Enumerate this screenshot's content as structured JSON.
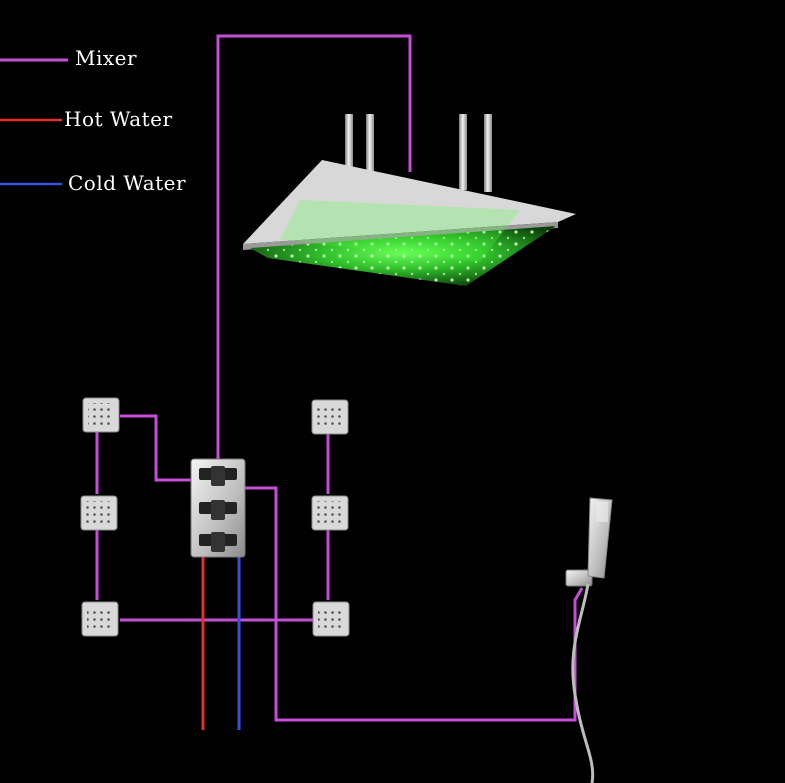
{
  "legend": {
    "items": [
      {
        "label": "Mixer",
        "color": "#c44fd6"
      },
      {
        "label": "Hot Water",
        "color": "#e0312f"
      },
      {
        "label": "Cold Water",
        "color": "#3a4fe0"
      }
    ]
  },
  "colors": {
    "background": "#000000",
    "mixer_pipe": "#c44fd6",
    "hot_pipe": "#e0312f",
    "cold_pipe": "#3a4fe0",
    "led_glow": "#3fd23a",
    "chrome": "#cfcfcf"
  },
  "components": {
    "rain_shower_head": "led-rain-shower-head",
    "thermostatic_valve": "three-handle-mixer-valve",
    "body_jets": "body-spray-jet",
    "hand_shower": "handheld-shower"
  }
}
